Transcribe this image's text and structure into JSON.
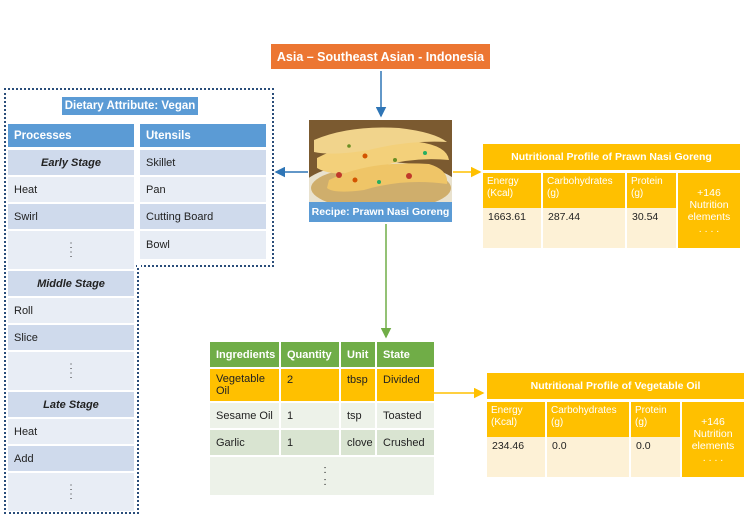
{
  "location": "Asia – Southeast Asian - Indonesia",
  "dietary": {
    "title": "Dietary Attribute: Vegan",
    "processes_header": "Processes",
    "utensils_header": "Utensils",
    "early_stage": "Early Stage",
    "early_items": [
      "Heat",
      "Swirl"
    ],
    "middle_stage": "Middle Stage",
    "middle_items": [
      "Roll",
      "Slice"
    ],
    "late_stage": "Late Stage",
    "late_items": [
      "Heat",
      "Add"
    ],
    "utensils": [
      "Skillet",
      "Pan",
      "Cutting Board",
      "Bowl"
    ],
    "ellipsis": ":"
  },
  "recipe": {
    "label": "Recipe: Prawn Nasi Goreng",
    "image": "prawn-nasi-goreng-photo"
  },
  "nutrition_recipe": {
    "title": "Nutritional Profile of Prawn Nasi Goreng",
    "headers": [
      "Energy (Kcal)",
      "Carbohydrates (g)",
      "Protein (g)"
    ],
    "values": [
      "1663.61",
      "287.44",
      "30.54"
    ],
    "more": [
      "+146",
      "Nutrition",
      "elements"
    ],
    "more_dots": ". . . ."
  },
  "ingredients": {
    "headers": [
      "Ingredients",
      "Quantity",
      "Unit",
      "State"
    ],
    "rows": [
      [
        "Vegetable Oil",
        "2",
        "tbsp",
        "Divided"
      ],
      [
        "Sesame Oil",
        "1",
        "tsp",
        "Toasted"
      ],
      [
        "Garlic",
        "1",
        "clove",
        "Crushed"
      ]
    ],
    "ellipsis": ":"
  },
  "nutrition_ingredient": {
    "title": "Nutritional Profile of Vegetable Oil",
    "headers": [
      "Energy (Kcal)",
      "Carbohydrates (g)",
      "Protein (g)"
    ],
    "values": [
      "234.46",
      "0.0",
      "0.0"
    ],
    "more": [
      "+146",
      "Nutrition",
      "elements"
    ],
    "more_dots": ". . . ."
  },
  "colors": {
    "orange": "#ec7632",
    "blue": "#5b9bd5",
    "gold": "#ffc000",
    "green": "#70ad47",
    "navy": "#2a4d7a"
  }
}
